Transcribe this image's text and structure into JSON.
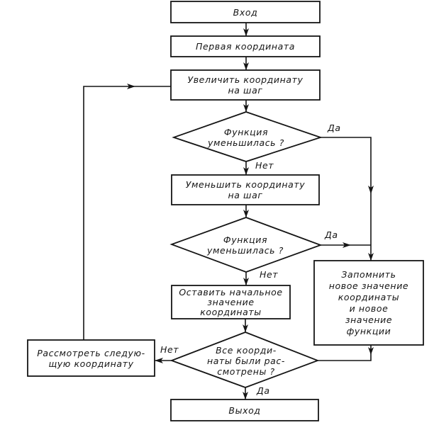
{
  "diagram": {
    "type": "flowchart",
    "nodes": {
      "entry": {
        "kind": "process",
        "lines": [
          "Вход"
        ]
      },
      "first_coord": {
        "kind": "process",
        "lines": [
          "Первая координата"
        ]
      },
      "increase": {
        "kind": "process",
        "lines": [
          "Увеличить координату",
          "на шаг"
        ]
      },
      "decision1": {
        "kind": "decision",
        "lines": [
          "Функция",
          "уменьшилась ?"
        ]
      },
      "decrease": {
        "kind": "process",
        "lines": [
          "Уменьшить координату",
          "на шаг"
        ]
      },
      "decision2": {
        "kind": "decision",
        "lines": [
          "Функция",
          "уменьшилась ?"
        ]
      },
      "keep": {
        "kind": "process",
        "lines": [
          "Оставить начальное",
          "значение",
          "координаты"
        ]
      },
      "remember": {
        "kind": "process",
        "lines": [
          "Запомнить",
          "новое значение",
          "координаты",
          "и новое",
          "значение",
          "функции"
        ]
      },
      "decision3": {
        "kind": "decision",
        "lines": [
          "Все коорди-",
          "наты были рас-",
          "смотрены ?"
        ]
      },
      "next_coord": {
        "kind": "process",
        "lines": [
          "Рассмотреть следую-",
          "щую координату"
        ]
      },
      "exit": {
        "kind": "process",
        "lines": [
          "Выход"
        ]
      }
    },
    "edge_labels": {
      "d1_yes": "Да",
      "d1_no": "Нет",
      "d2_yes": "Да",
      "d2_no": "Нет",
      "d3_no": "Нет",
      "d3_yes": "Да"
    },
    "edges": [
      {
        "from": "entry",
        "to": "first_coord"
      },
      {
        "from": "first_coord",
        "to": "increase"
      },
      {
        "from": "increase",
        "to": "decision1"
      },
      {
        "from": "decision1",
        "to": "remember",
        "label": "Да"
      },
      {
        "from": "decision1",
        "to": "decrease",
        "label": "Нет"
      },
      {
        "from": "decrease",
        "to": "decision2"
      },
      {
        "from": "decision2",
        "to": "remember",
        "label": "Да"
      },
      {
        "from": "decision2",
        "to": "keep",
        "label": "Нет"
      },
      {
        "from": "keep",
        "to": "decision3"
      },
      {
        "from": "remember",
        "to": "decision3"
      },
      {
        "from": "decision3",
        "to": "next_coord",
        "label": "Нет"
      },
      {
        "from": "decision3",
        "to": "exit",
        "label": "Да"
      },
      {
        "from": "next_coord",
        "to": "increase"
      }
    ]
  }
}
